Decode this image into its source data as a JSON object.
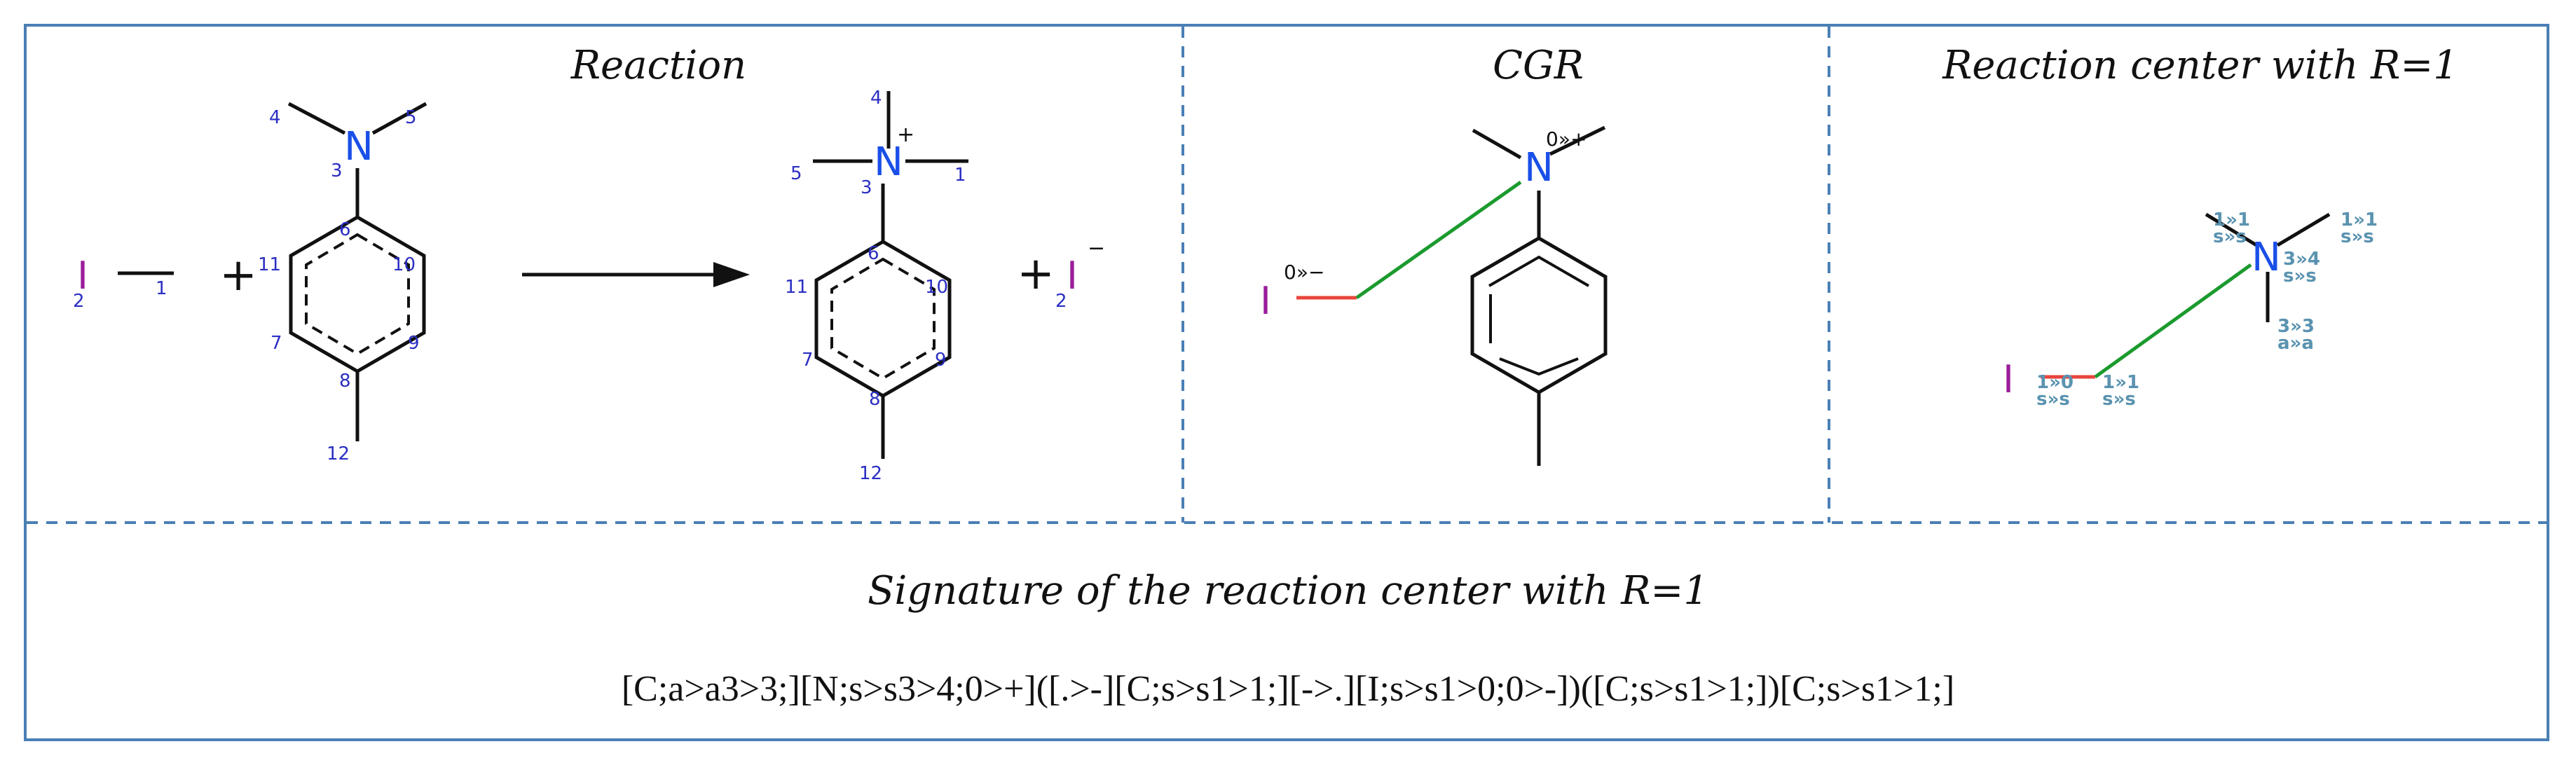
{
  "panels": {
    "reaction_title": "Reaction",
    "cgr_title": "CGR",
    "center_title": "Reaction center with R=1",
    "signature_title": "Signature of the reaction center with R=1",
    "signature": "[C;a>a3>3;][N;s>s3>4;0>+]([.>-][C;s>s1>1;][->.][I;s>s1>0;0>-])([C;s>s1>1;])[C;s>s1>1;]"
  },
  "reaction": {
    "reactant_atoms": {
      "I": "I",
      "N": "N"
    },
    "reactant_numbers": {
      "n2": "2",
      "n1": "1",
      "n3": "3",
      "n4": "4",
      "n5": "5",
      "n6": "6",
      "n7": "7",
      "n8": "8",
      "n9": "9",
      "n10": "10",
      "n11": "11",
      "n12": "12"
    },
    "plus1": "+",
    "product_atoms": {
      "N": "N",
      "I": "I"
    },
    "product_charges": {
      "N": "+",
      "I": "−"
    },
    "product_numbers": {
      "n1": "1",
      "n2": "2",
      "n3": "3",
      "n4": "4",
      "n5": "5",
      "n6": "6",
      "n7": "7",
      "n8": "8",
      "n9": "9",
      "n10": "10",
      "n11": "11",
      "n12": "12"
    },
    "plus2": "+"
  },
  "cgr": {
    "atoms": {
      "I": "I",
      "N": "N"
    },
    "labels": {
      "i_charge": "0»−",
      "n_charge": "0»+"
    }
  },
  "center": {
    "atoms": {
      "I": "I",
      "N": "N"
    },
    "labels": {
      "l1a": "1»1",
      "l1b": "s»s",
      "l2a": "1»1",
      "l2b": "s»s",
      "l3a": "3»4",
      "l3b": "s»s",
      "l4a": "3»3",
      "l4b": "a»a",
      "l5a": "1»0",
      "l5b": "s»s",
      "l6a": "1»1",
      "l6b": "s»s"
    }
  },
  "colors": {
    "frame": "#4a7fb5",
    "nitrogen": "#1a4fe8",
    "iodine": "#9b1d9b",
    "broken_bond": "#e8453c",
    "formed_bond": "#1b9a2e",
    "atom_index": "#2b2fc2",
    "center_label": "#5a93b0"
  }
}
